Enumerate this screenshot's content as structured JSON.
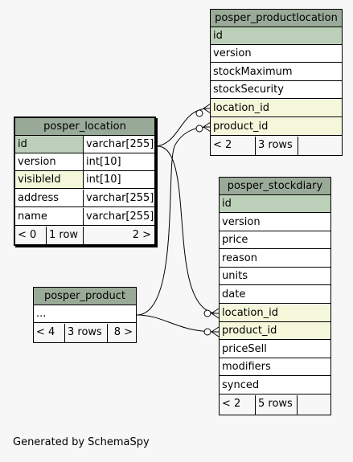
{
  "tables": {
    "productlocation": {
      "title": "posper_productlocation",
      "columns": [
        "id",
        "version",
        "stockMaximum",
        "stockSecurity",
        "location_id",
        "product_id"
      ],
      "footer": {
        "left": "< 2",
        "mid": "3 rows"
      }
    },
    "location": {
      "title": "posper_location",
      "columns": [
        {
          "name": "id",
          "type": "varchar[255]"
        },
        {
          "name": "version",
          "type": "int[10]"
        },
        {
          "name": "visibleId",
          "type": "int[10]"
        },
        {
          "name": "address",
          "type": "varchar[255]"
        },
        {
          "name": "name",
          "type": "varchar[255]"
        }
      ],
      "footer": {
        "left": "< 0",
        "mid": "1 row",
        "right": "2 >"
      }
    },
    "stockdiary": {
      "title": "posper_stockdiary",
      "columns": [
        "id",
        "version",
        "price",
        "reason",
        "units",
        "date",
        "location_id",
        "product_id",
        "priceSell",
        "modifiers",
        "synced"
      ],
      "footer": {
        "left": "< 2",
        "mid": "5 rows"
      }
    },
    "product": {
      "title": "posper_product",
      "columns": [
        "..."
      ],
      "footer": {
        "left": "< 4",
        "mid": "3 rows",
        "right": "8 >"
      }
    }
  },
  "colors": {
    "header": "#9aaa98",
    "primary_key": "#bccfb8",
    "foreign_key": "#f4f7da",
    "background": "#f7f7f7"
  },
  "generated_by": "Generated by SchemaSpy"
}
